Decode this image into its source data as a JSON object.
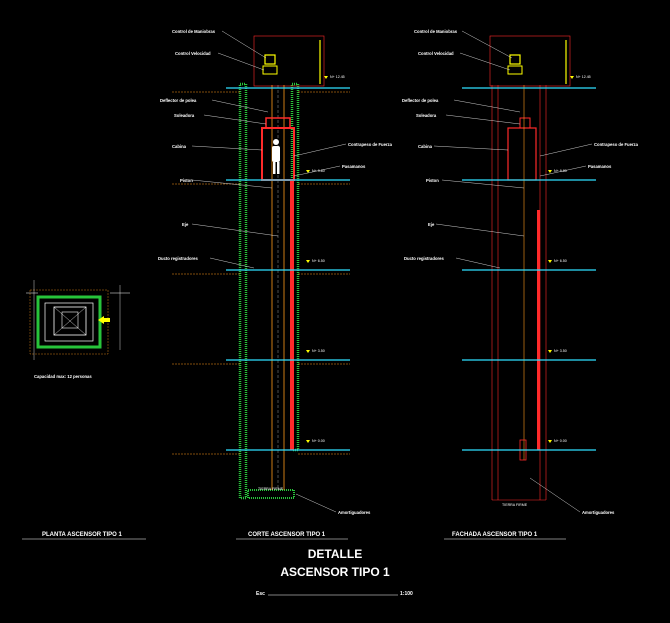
{
  "labels": {
    "control_maniobras": "Control de Maniobras",
    "control_velocidad": "Control Velocidad",
    "deflector_polea": "Deflector de polea",
    "soleadora": "Soleadora",
    "contrapeso_fuerza": "Contrapeso de Fuerza",
    "cabina": "Cabina",
    "pasamanos": "Pasamanos",
    "piston": "Piston",
    "eje": "Eje",
    "ducto_registro": "Ducto registradores",
    "tierra_firme": "TIERRA FIRME",
    "amortiguadores": "Amortiguadores"
  },
  "levels": {
    "top": "N+ 12.45",
    "l1": "N+ 9.80",
    "l2": "N+ 6.50",
    "l3": "N+ 3.50",
    "l4": "N+ 0.00"
  },
  "plan": {
    "capacity": "Capacidad max: 12 personas"
  },
  "captions": {
    "plan": "PLANTA ASCENSOR TIPO 1",
    "section": "CORTE ASCENSOR TIPO 1",
    "facade": "FACHADA ASCENSOR TIPO 1"
  },
  "title": {
    "line1": "DETALLE",
    "line2": "ASCENSOR TIPO 1",
    "scale_label": "Esc",
    "scale_value": "1:100"
  },
  "colors": {
    "red": "#ff2a2a",
    "orange": "#ff9a1a",
    "yellow": "#ffff00",
    "green": "#27c43a",
    "cyan": "#2fe0ff",
    "white": "#ffffff"
  }
}
